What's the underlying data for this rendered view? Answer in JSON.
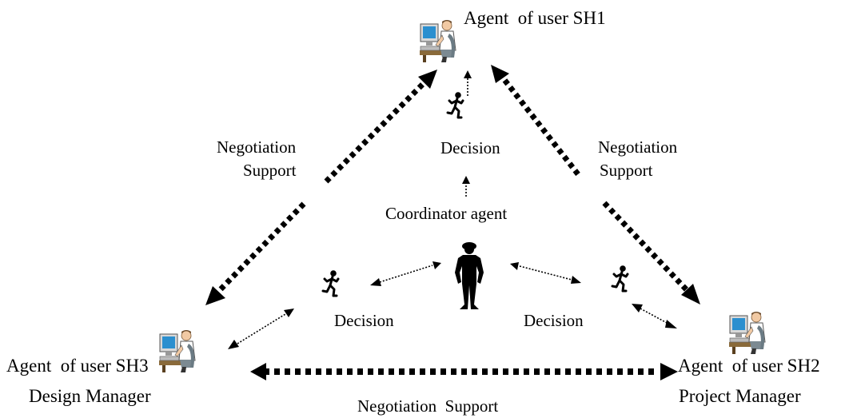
{
  "agents": {
    "sh1": {
      "label": "Agent  of user SH1",
      "role": ""
    },
    "sh2": {
      "label": "Agent  of user SH2",
      "role": "Project Manager"
    },
    "sh3": {
      "label": "Agent  of user SH3",
      "role": "Design Manager"
    }
  },
  "coordinator": {
    "label": "Coordinator agent"
  },
  "decisions": {
    "top": "Decision",
    "left": "Decision",
    "right": "Decision"
  },
  "negotiation": {
    "left": [
      "Negotiation",
      "Support"
    ],
    "right": [
      "Negotiation",
      "Support"
    ],
    "bottom": "Negotiation  Support"
  },
  "icons": {
    "computer_user": "computer-user-icon",
    "runner": "running-person-icon",
    "coordinator": "shadow-figure-icon"
  }
}
